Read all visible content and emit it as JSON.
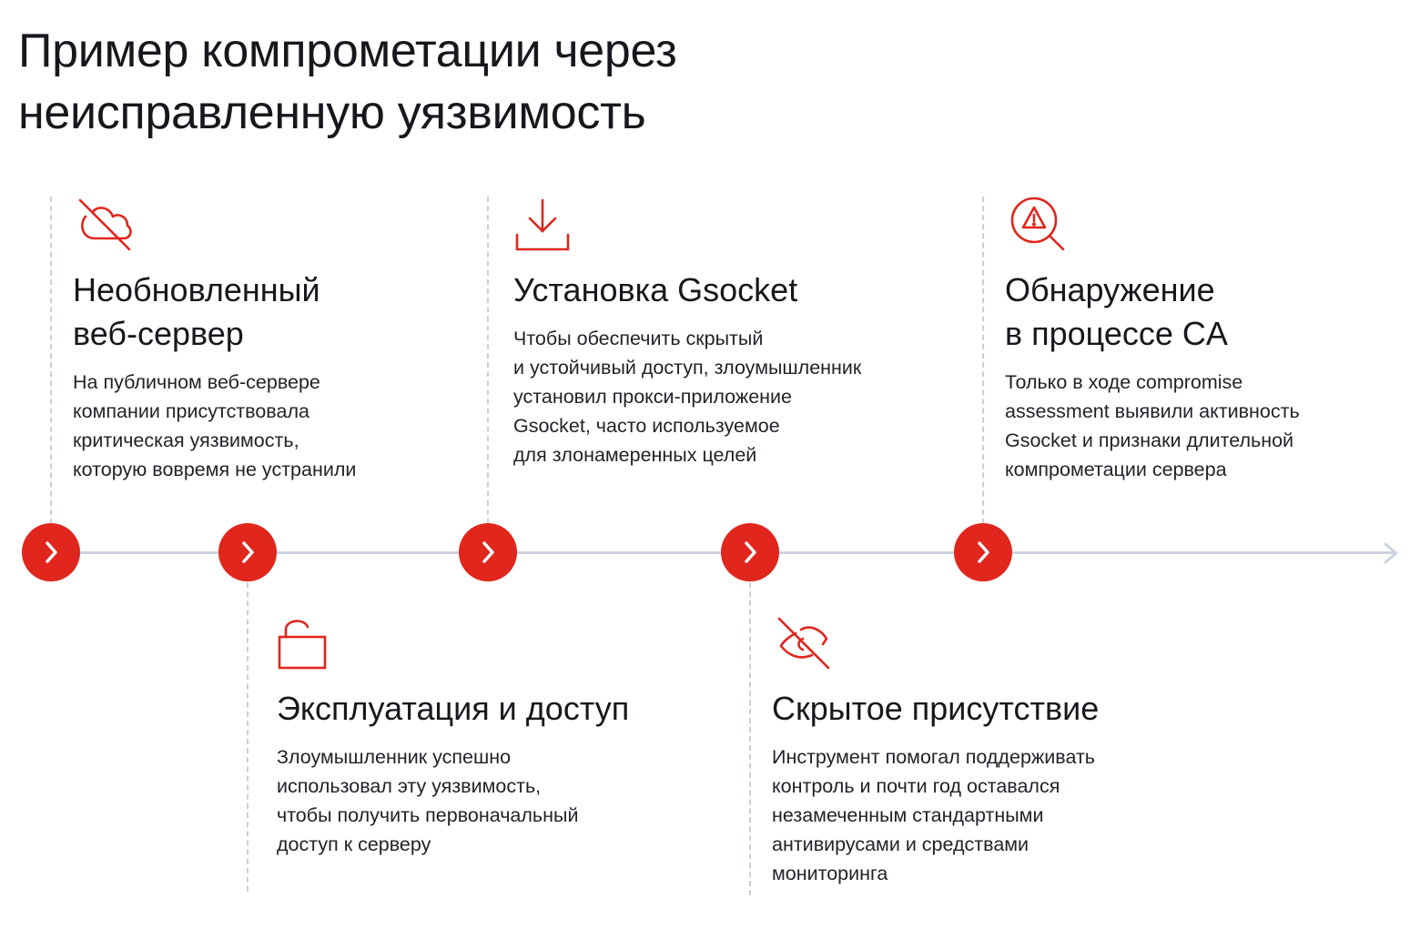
{
  "title": {
    "lines": [
      "Пример компрометации через",
      "неисправленную уязвимость"
    ]
  },
  "colors": {
    "accent": "#e0261d",
    "timeline": "#cdd4e0",
    "text": "#16181d"
  },
  "steps": [
    {
      "icon": "cloud-off-icon",
      "title_lines": [
        "Необновленный",
        "веб-сервер"
      ],
      "desc_lines": [
        "На публичном веб-сервере",
        "компании присутствовала",
        "критическая уязвимость,",
        "которую вовремя не устранили"
      ]
    },
    {
      "icon": "unlock-icon",
      "title_lines": [
        "Эксплуатация и доступ"
      ],
      "desc_lines": [
        "Злоумышленник успешно",
        "использовал эту уязвимость,",
        "чтобы получить первоначальный",
        "доступ к серверу"
      ]
    },
    {
      "icon": "download-icon",
      "title_lines": [
        "Установка Gsocket"
      ],
      "desc_lines": [
        "Чтобы обеспечить скрытый",
        "и устойчивый доступ, злоумышленник",
        "установил прокси-приложение",
        "Gsocket, часто используемое",
        "для злонамеренных целей"
      ]
    },
    {
      "icon": "eye-off-icon",
      "title_lines": [
        "Скрытое присутствие"
      ],
      "desc_lines": [
        "Инструмент помогал поддерживать",
        "контроль и почти год оставался",
        "незамеченным стандартными",
        "антивирусами и средствами",
        "мониторинга"
      ]
    },
    {
      "icon": "search-warning-icon",
      "title_lines": [
        "Обнаружение",
        "в процессе CA"
      ],
      "desc_lines": [
        "Только в ходе compromise",
        "assessment выявили активность",
        "Gsocket и признаки длительной",
        "компрометации сервера"
      ]
    }
  ]
}
